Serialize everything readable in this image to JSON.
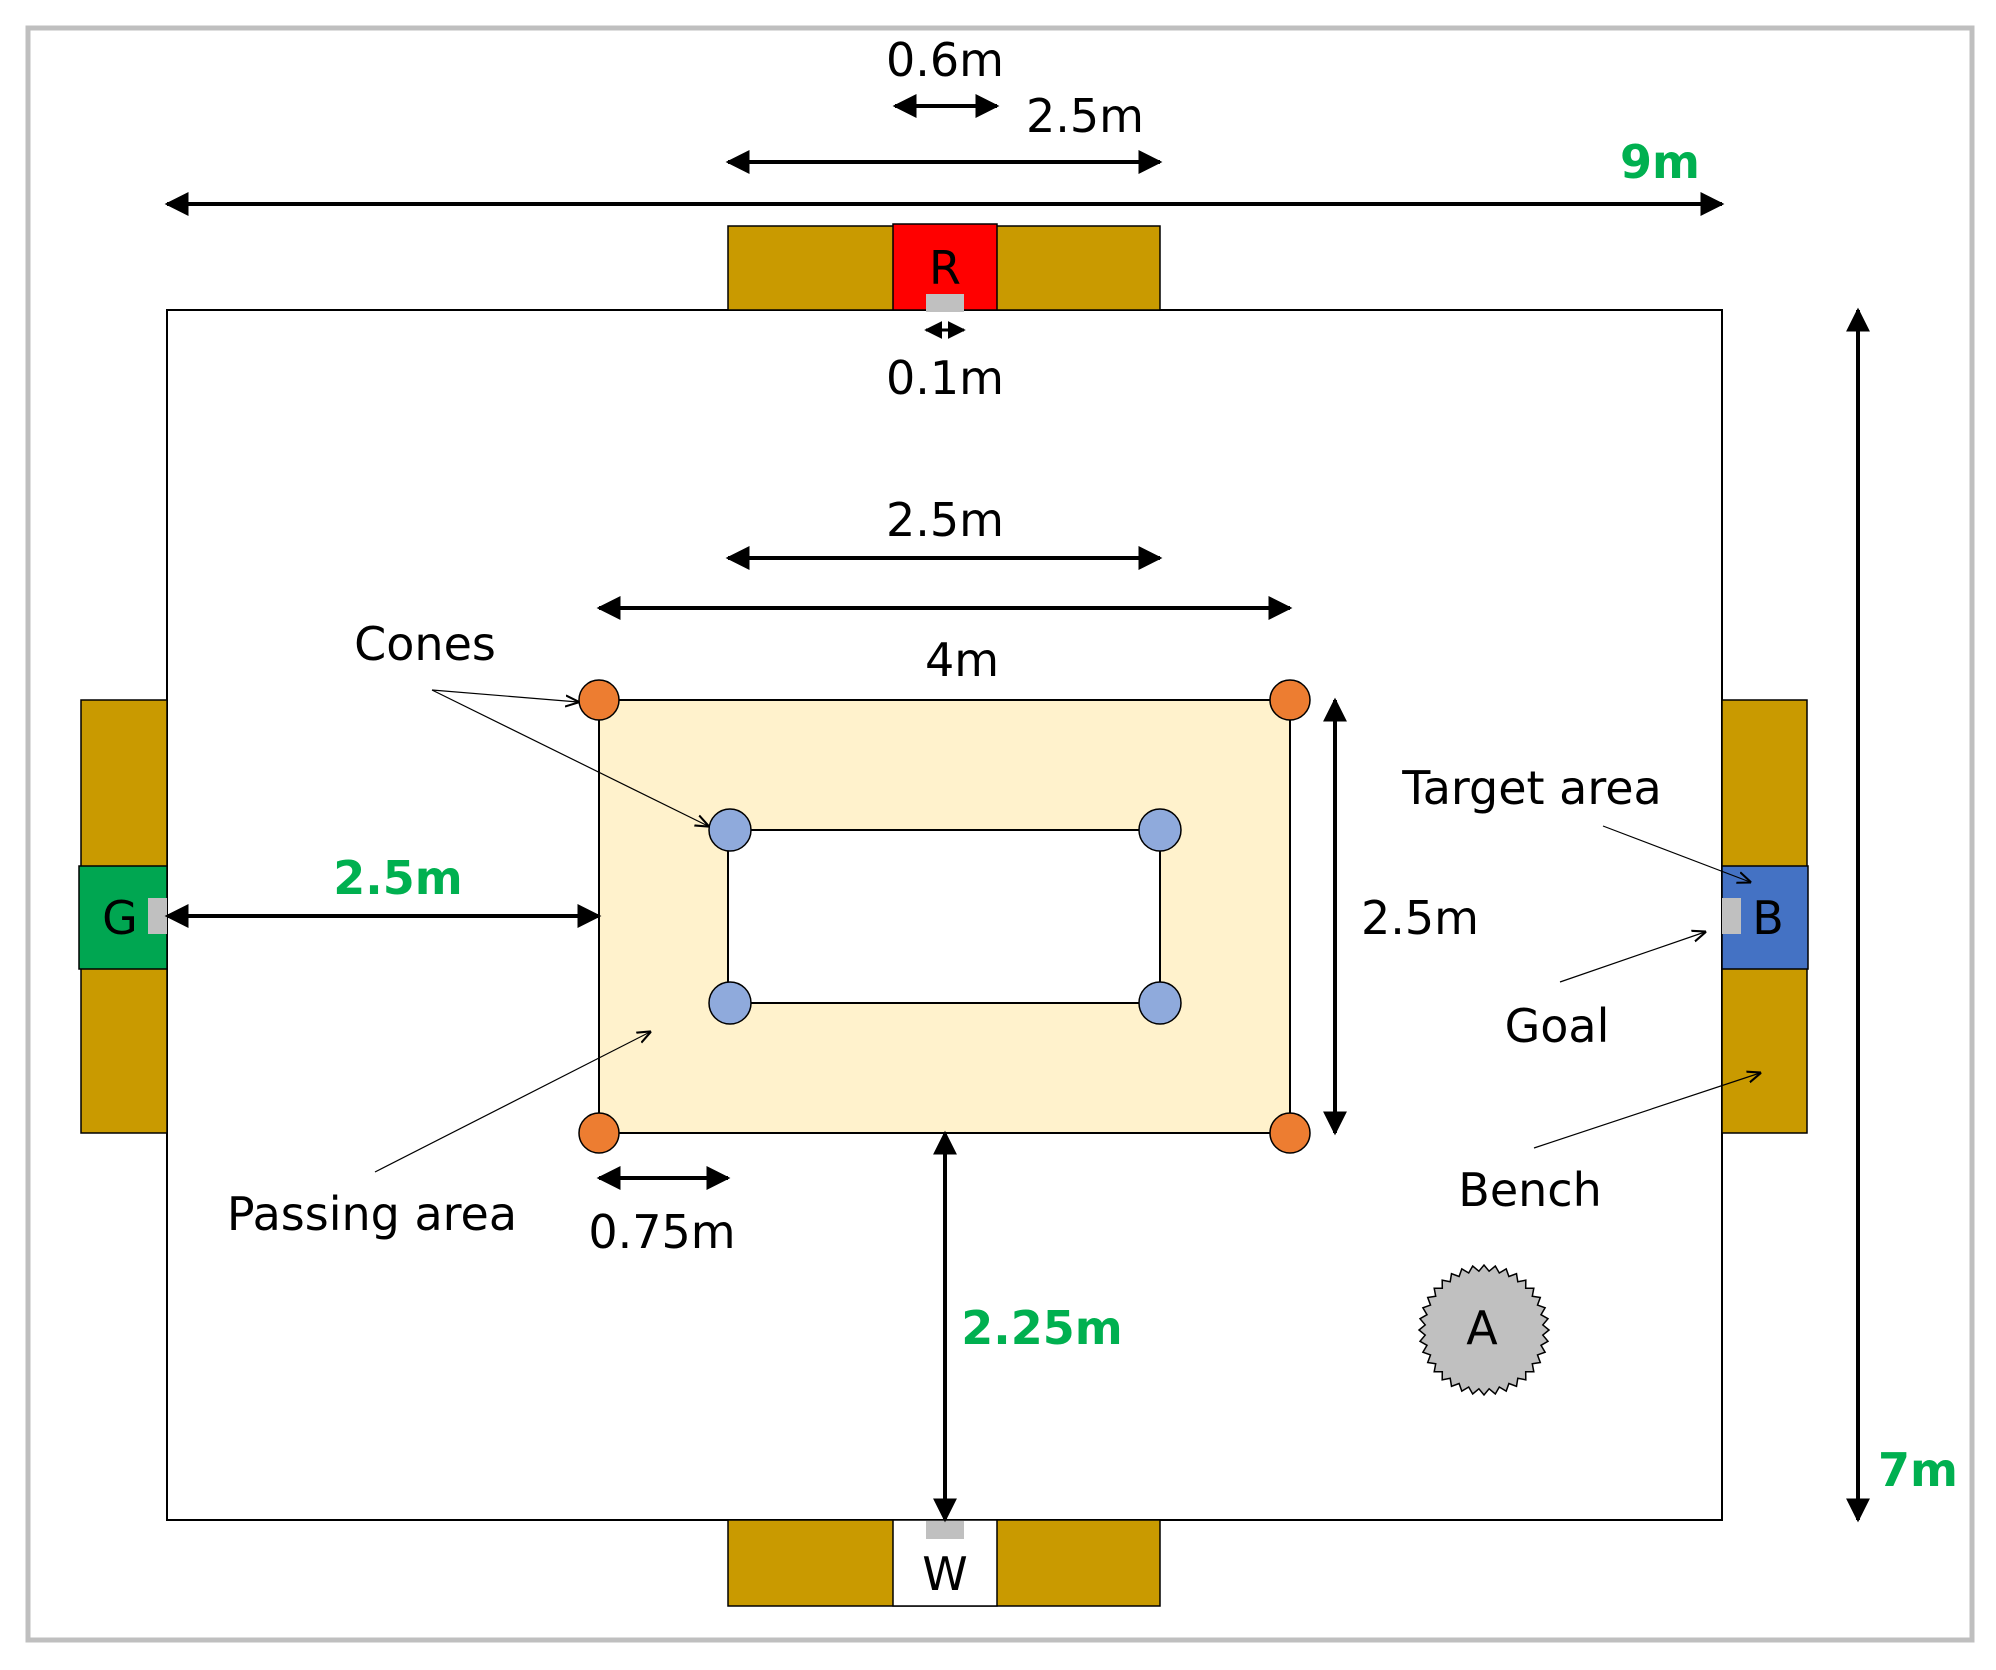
{
  "colors": {
    "bench": "#c99a00",
    "zone_r": "#ff0000",
    "zone_g": "#00a651",
    "zone_b": "#4472c4",
    "zone_w": "#ffffff",
    "passing_area": "#fff2cc",
    "cone_outer": "#ed7d31",
    "cone_inner": "#8faadc",
    "goal_marker": "#c0c0c0",
    "agent": "#c0c0c0",
    "green_text": "#00b050",
    "border": "#bfbfbf"
  },
  "zones": {
    "r": "R",
    "g": "G",
    "b": "B",
    "w": "W",
    "agent": "A"
  },
  "labels": {
    "cones": "Cones",
    "target_area": "Target area",
    "goal": "Goal",
    "bench": "Bench",
    "passing_area": "Passing area"
  },
  "dimensions": {
    "target_width": "0.6m",
    "bench_width_top": "2.5m",
    "field_width": "9m",
    "goal_width": "0.1m",
    "inner_width": "2.5m",
    "outer_width": "4m",
    "outer_height": "2.5m",
    "left_gap": "2.5m",
    "cone_spacing": "0.75m",
    "bottom_gap": "2.25m",
    "field_height": "7m"
  }
}
